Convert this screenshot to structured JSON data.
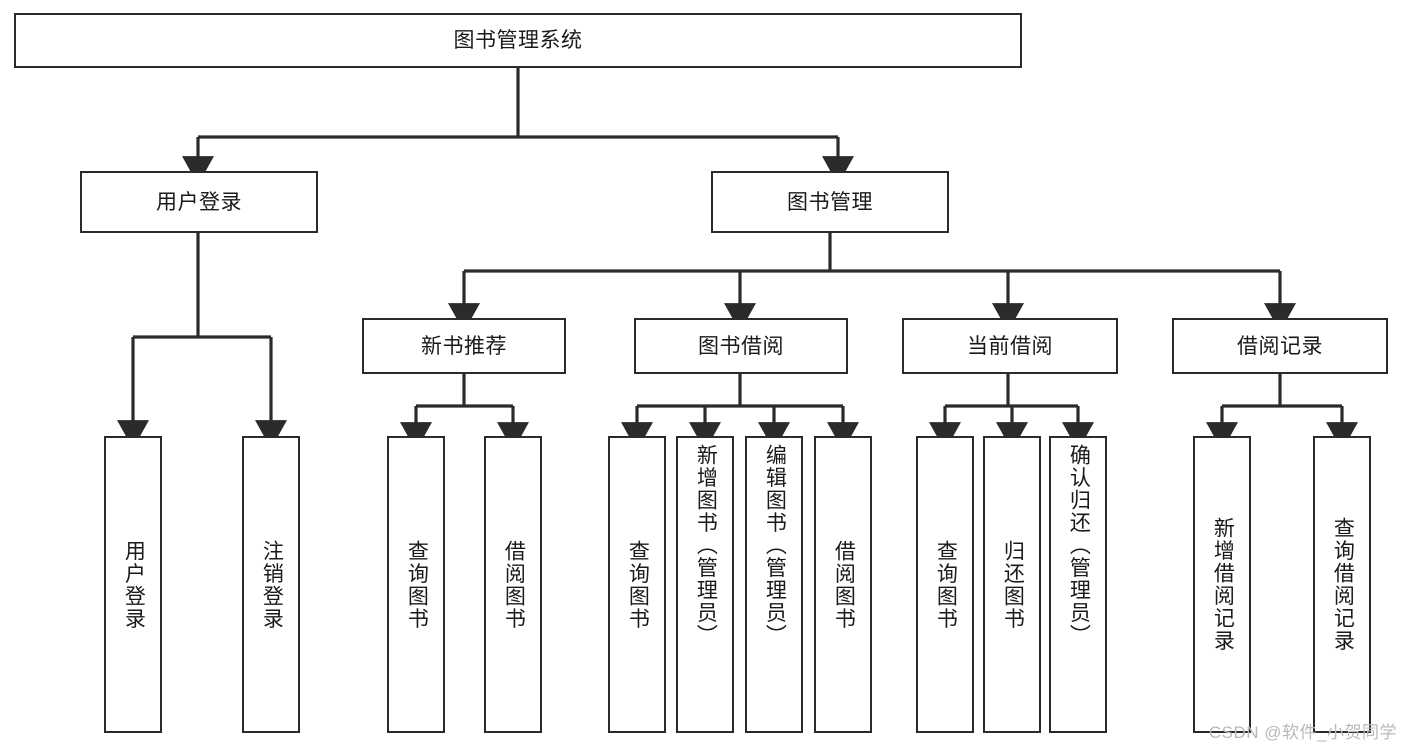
{
  "diagram": {
    "type": "tree-hierarchy-chart",
    "title": "图书管理系统",
    "colors": {
      "background": "#ffffff",
      "box_border": "#2b2b2b",
      "box_fill": "#ffffff",
      "text": "#1a1a1a",
      "connector": "#2b2b2b",
      "watermark": "#b9b9b9"
    },
    "root": {
      "label": "图书管理系统"
    },
    "level2": [
      {
        "label": "用户登录"
      },
      {
        "label": "图书管理"
      }
    ],
    "level3": [
      {
        "label": "新书推荐"
      },
      {
        "label": "图书借阅"
      },
      {
        "label": "当前借阅"
      },
      {
        "label": "借阅记录"
      }
    ],
    "leaves": {
      "user_login": [
        {
          "label": "用户登录"
        },
        {
          "label": "注销登录"
        }
      ],
      "new_book_recommend": [
        {
          "label": "查询图书"
        },
        {
          "label": "借阅图书"
        }
      ],
      "book_borrow": [
        {
          "label": "查询图书"
        },
        {
          "label": "新增图书（管理员）"
        },
        {
          "label": "编辑图书（管理员）"
        },
        {
          "label": "借阅图书"
        }
      ],
      "current_borrow": [
        {
          "label": "查询图书"
        },
        {
          "label": "归还图书"
        },
        {
          "label": "确认归还（管理员）"
        }
      ],
      "borrow_record": [
        {
          "label": "新增借阅记录"
        },
        {
          "label": "查询借阅记录"
        }
      ]
    },
    "watermark": "CSDN @软件_小贺同学"
  }
}
